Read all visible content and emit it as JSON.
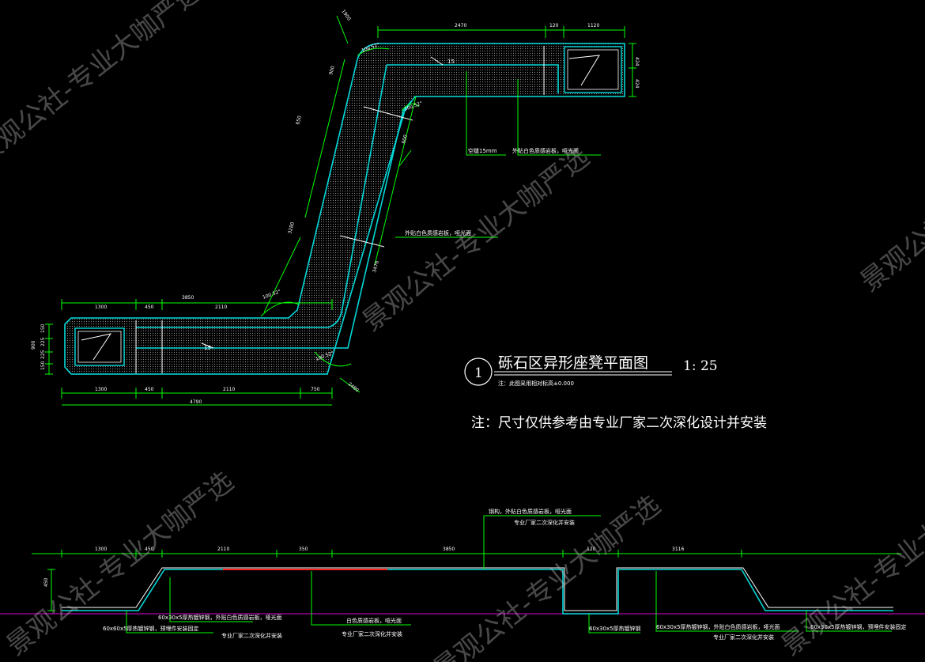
{
  "drawing": {
    "index_number": "1",
    "title": "砾石区异形座凳平面图",
    "scale": "1: 25",
    "subnote": "注：此图采用相对标高±0.000",
    "remark": "注：尺寸仅供参考由专业厂家二次深化设计并安装"
  },
  "plan_dims": {
    "top_2470": "2470",
    "top_120": "120",
    "top_1120": "1120",
    "right_a": "424",
    "right_b": "424",
    "diag_1900": "1900",
    "angle_top": "100.52°",
    "angle_mid": "100.52°",
    "angle_low": "100.52°",
    "angle_bot": "100.52°",
    "left_a": "900",
    "left_b": "3280",
    "right_mid": "3476",
    "c600": "600",
    "c650": "650",
    "bot_1300": "1300",
    "bot_450": "450",
    "bot_2110": "2110",
    "bot_750": "750",
    "bot_total": "4790",
    "top_1300": "1300",
    "top_450": "450",
    "top_3850": "3850",
    "top_2110": "2110",
    "diag_2480": "2480",
    "slope_top": "15",
    "slope_bot": "15",
    "v_a": "150",
    "v_b": "225",
    "v_c": "225",
    "v_d": "150",
    "v_total": "900"
  },
  "plan_labels": {
    "gap": "空缝15mm",
    "finish_top": "外贴白色质感岩板，哑光面",
    "finish_mid": "外贴白色质感岩板，哑光面"
  },
  "section_dims": {
    "s1": "1300",
    "s2": "450",
    "s3": "2110",
    "s4": "350",
    "s5": "3850",
    "s6": "120",
    "s7": "3116",
    "h": "450"
  },
  "section_labels": {
    "top_1": "钢构，外贴白色质感岩板，哑光面",
    "top_2": "专业厂家二次深化并安装",
    "b1a": "60x30x5厚热镀锌钢，外贴白色质感岩板，哑光面",
    "b1b": "60x60x5厚热镀锌钢，预埋件安装固定",
    "b2a": "专业厂家二次深化并安装",
    "b3a": "白色质感岩板，哑光面",
    "b3b": "专业厂家二次深化并安装",
    "b4a": "60x30x5厚热镀锌钢",
    "b5a": "60x30x5厚热镀锌钢，外贴白色质感岩板，哑光面",
    "b5b": "专业厂家二次深化并安装",
    "b6a": "60x30x5厚热镀锌钢，预埋件安装固定"
  },
  "watermark": "景观公社-专业大咖严选",
  "colors": {
    "background": "#000000",
    "dimension": "#00ff00",
    "outline": "#00d8d8",
    "text": "#ffffff",
    "highlight": "#ff2020",
    "ground": "#b000b0"
  }
}
